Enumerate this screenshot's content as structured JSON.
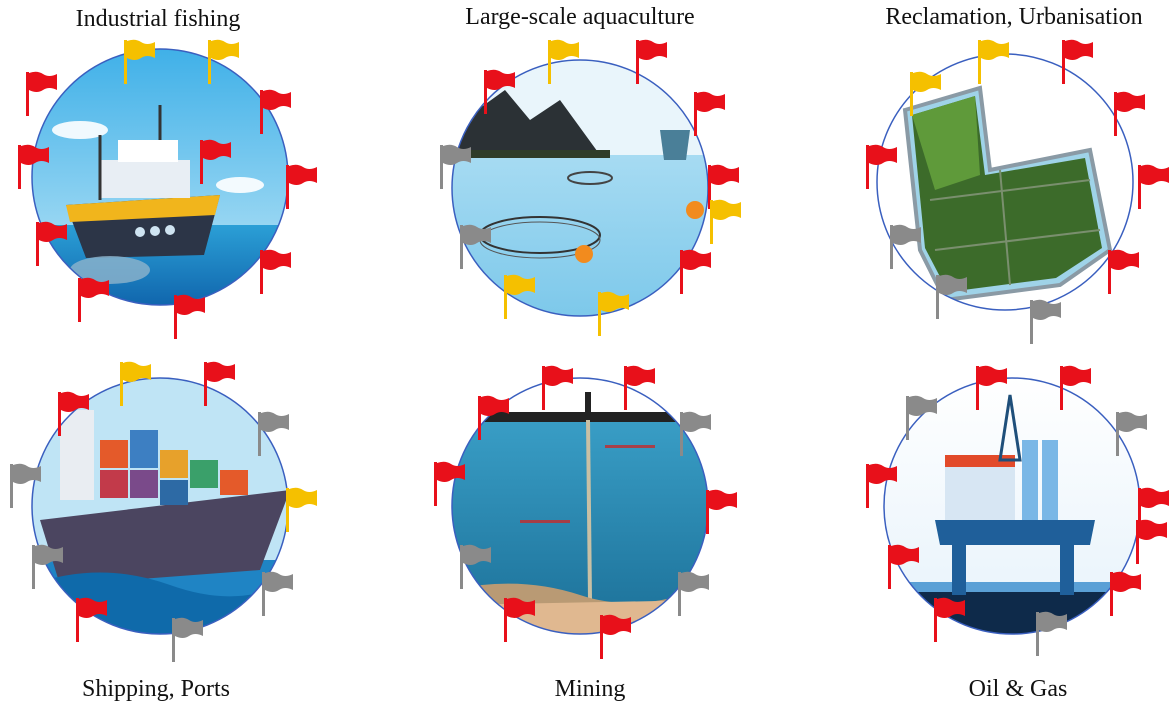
{
  "panels": [
    {
      "title": "Industrial fishing",
      "flags": [
        "red",
        "yellow",
        "yellow",
        "red",
        "red",
        "red",
        "red",
        "red",
        "red",
        "red",
        "red"
      ]
    },
    {
      "title": "Large-scale aquaculture",
      "flags": [
        "yellow",
        "red",
        "red",
        "red",
        "red",
        "yellow",
        "yellow",
        "grey",
        "grey",
        "red",
        "yellow"
      ]
    },
    {
      "title": "Reclamation, Urbanisation",
      "flags": [
        "yellow",
        "red",
        "red",
        "red",
        "red",
        "grey",
        "grey",
        "grey",
        "red",
        "yellow"
      ]
    },
    {
      "title": "Shipping, Ports",
      "flags": [
        "yellow",
        "red",
        "grey",
        "yellow",
        "grey",
        "grey",
        "red",
        "grey",
        "grey",
        "red"
      ]
    },
    {
      "title": "Mining",
      "flags": [
        "red",
        "red",
        "grey",
        "red",
        "grey",
        "red",
        "red",
        "grey",
        "red",
        "red"
      ]
    },
    {
      "title": "Oil & Gas",
      "flags": [
        "red",
        "red",
        "grey",
        "red",
        "red",
        "grey",
        "red",
        "red",
        "red",
        "grey",
        "red"
      ]
    }
  ],
  "colors": {
    "red": "#e8101a",
    "yellow": "#f5c000",
    "grey": "#8a8a8a",
    "circle": "#3a5fbf"
  }
}
